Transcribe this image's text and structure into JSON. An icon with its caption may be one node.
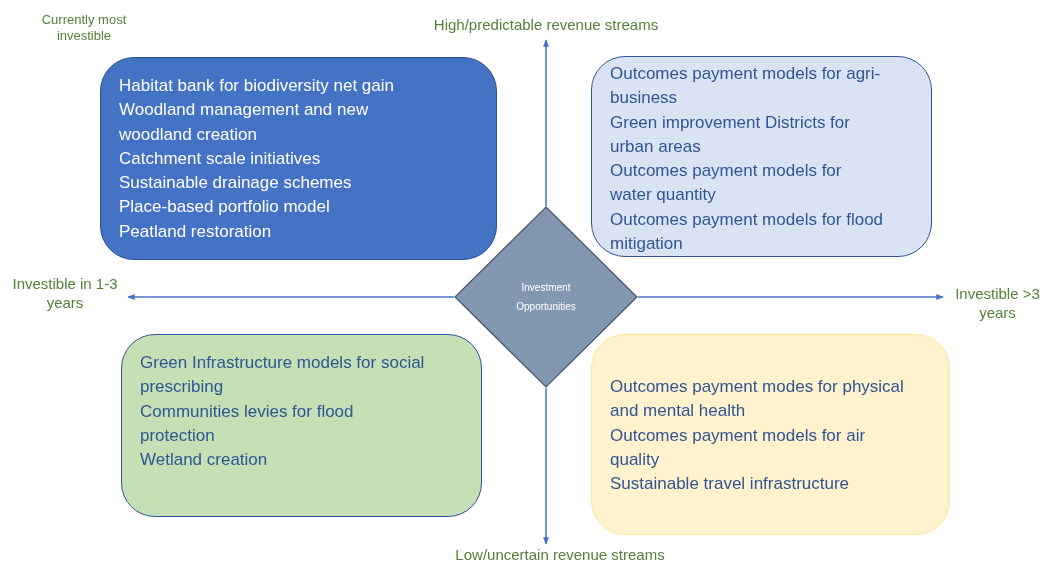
{
  "diagram": {
    "nodes": [
      {
        "text": [
          "Habitat bank for biodiversity net gain",
          "Woodland management and new woodland creation",
          "Catchment scale initiatives",
          "Sustainable drainage schemes",
          "Place-based portfolio model",
          "Peatland restoration"
        ]
      },
      {
        "text": [
          "Outcomes payment models for agri-business",
          "Green improvement Districts for urban areas",
          "Outcomes payment models for water quantity",
          "Outcomes payment models for flood mitigation"
        ]
      },
      {
        "text": [
          "Investment Opportunities"
        ]
      },
      {
        "text": [
          "Green Infrastructure models for social prescribing",
          "Communities levies for flood protection",
          "Wetland creation"
        ]
      },
      {
        "text": [
          "Outcomes payment modes for physical and mental health",
          "Outcomes payment models for air quality",
          "Sustainable travel infrastructure"
        ]
      },
      {
        "text": [
          "High/predictable revenue streams"
        ]
      },
      {
        "text": [
          "Investible in 1-3 years"
        ]
      },
      {
        "text": [
          "Investible >3 years"
        ]
      },
      {
        "text": [
          "Low/uncertain revenue streams"
        ]
      }
    ],
    "edges": [
      {
        "from": 2,
        "to": 5,
        "arrow": "to"
      },
      {
        "from": 2,
        "to": 6,
        "arrow": "to"
      },
      {
        "from": 2,
        "to": 7,
        "arrow": "to"
      },
      {
        "from": 2,
        "to": 8,
        "arrow": "to"
      }
    ],
    "labels": [
      "Currently most investible"
    ]
  }
}
